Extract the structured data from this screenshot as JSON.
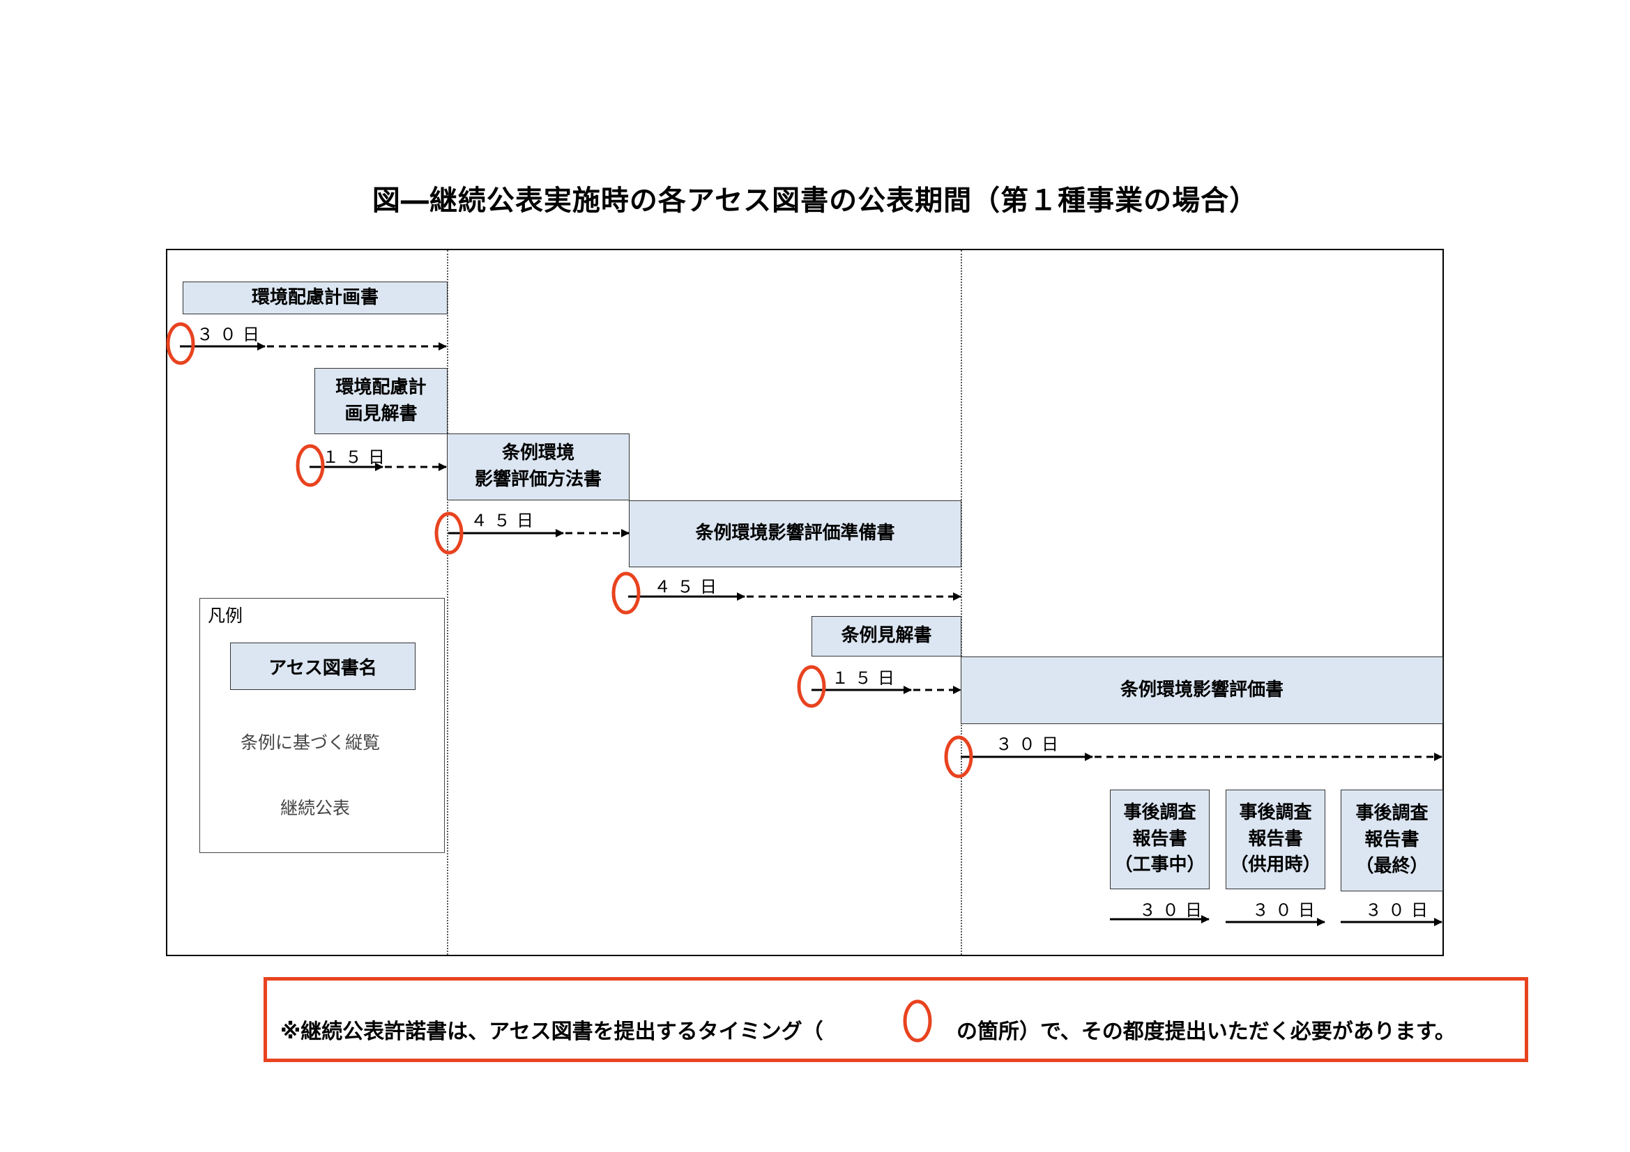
{
  "title": "図―継続公表実施時の各アセス図書の公表期間（第１種事業の場合）",
  "boxes": {
    "hairyo": "環境配慮計画書",
    "hairyo_kenkai": "環境配慮計\n画見解書",
    "houhousho": "条例環境\n影響評価方法書",
    "junbisho": "条例環境影響評価準備書",
    "jourei_kenkai": "条例見解書",
    "hyoukasho": "条例環境影響評価書",
    "jigo1": "事後調査\n報告書\n（工事中）",
    "jigo2": "事後調査\n報告書\n（供用時）",
    "jigo3": "事後調査\n報告書\n（最終）"
  },
  "durations": {
    "d1": "３０日",
    "d2": "１５日",
    "d3": "４５日",
    "d4": "４５日",
    "d5": "１５日",
    "d6": "３０日",
    "d7": "３０日",
    "d8": "３０日",
    "d9": "３０日"
  },
  "legend": {
    "title": "凡例",
    "box_label": "アセス図書名",
    "solid_label": "条例に基づく縦覧",
    "dashed_label": "継続公表"
  },
  "note": {
    "text_before": "※継続公表許諾書は、アセス図書を提出するタイミング（",
    "text_after": "の箇所）で、その都度提出いただく必要があります。"
  },
  "colors": {
    "box_fill": "#dce6f2",
    "marker": "#e8431f"
  }
}
